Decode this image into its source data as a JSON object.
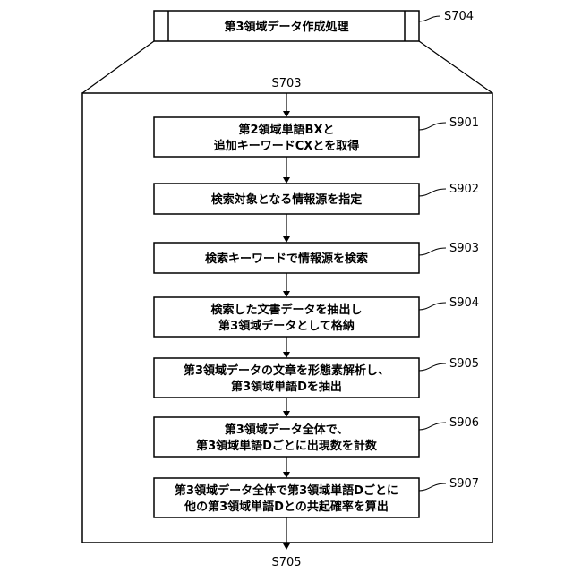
{
  "header": {
    "title": "第3領域データ作成処理",
    "step": "S704"
  },
  "frame": {
    "top_label": "S703",
    "bottom_label": "S705"
  },
  "steps": [
    {
      "id": "S901",
      "lines": [
        "第2領域単語BXと",
        "追加キーワードCXとを取得"
      ]
    },
    {
      "id": "S902",
      "lines": [
        "検索対象となる情報源を指定"
      ]
    },
    {
      "id": "S903",
      "lines": [
        "検索キーワードで情報源を検索"
      ]
    },
    {
      "id": "S904",
      "lines": [
        "検索した文書データを抽出し",
        "第3領域データとして格納"
      ]
    },
    {
      "id": "S905",
      "lines": [
        "第3領域データの文章を形態素解析し、",
        "第3領域単語Dを抽出"
      ]
    },
    {
      "id": "S906",
      "lines": [
        "第3領域データ全体で、",
        "第3領域単語Dごとに出現数を計数"
      ]
    },
    {
      "id": "S907",
      "lines": [
        "第3領域データ全体で第3領域単語Dごとに",
        "他の第3領域単語Dとの共起確率を算出"
      ]
    }
  ]
}
